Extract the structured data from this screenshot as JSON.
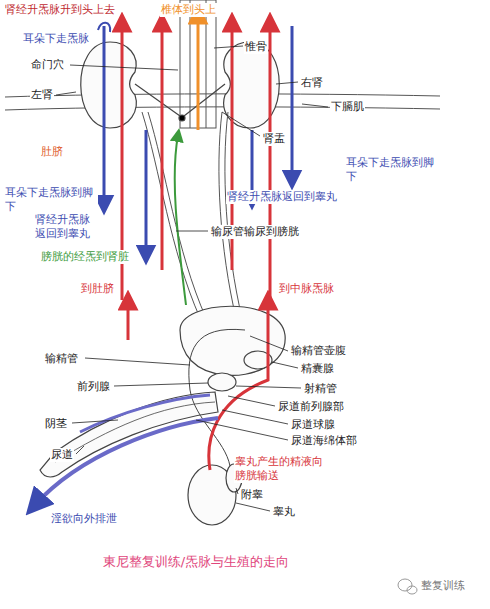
{
  "diagram": {
    "caption": "東尼整复训练/炁脉与生殖的走向",
    "labels": [
      "肾经升炁脉升到头上去",
      "椎体到头上",
      "耳朵下走炁脉",
      "惟骨",
      "命门穴",
      "右肾",
      "左肾",
      "下膈肌",
      "肾盂",
      "肚脐",
      "耳朵下走炁脉到脚下",
      "耳朵下走炁脉到脚下",
      "肾经升炁脉返回到睾丸",
      "肾经升炁脉返回到睾丸",
      "输尿管输尿到膀胱",
      "膀胱的经炁到肾脏",
      "到肚脐",
      "到中脉炁脉",
      "输精管壶腹",
      "输精管",
      "精囊腺",
      "前列腺",
      "射精管",
      "尿道前列腺部",
      "阴茎",
      "尿道球腺",
      "尿道海绵体部",
      "尿道",
      "睾丸产生的精液向膀胱输送",
      "附睾",
      "睾丸",
      "淫欲向外排泄",
      "整复训练"
    ]
  }
}
